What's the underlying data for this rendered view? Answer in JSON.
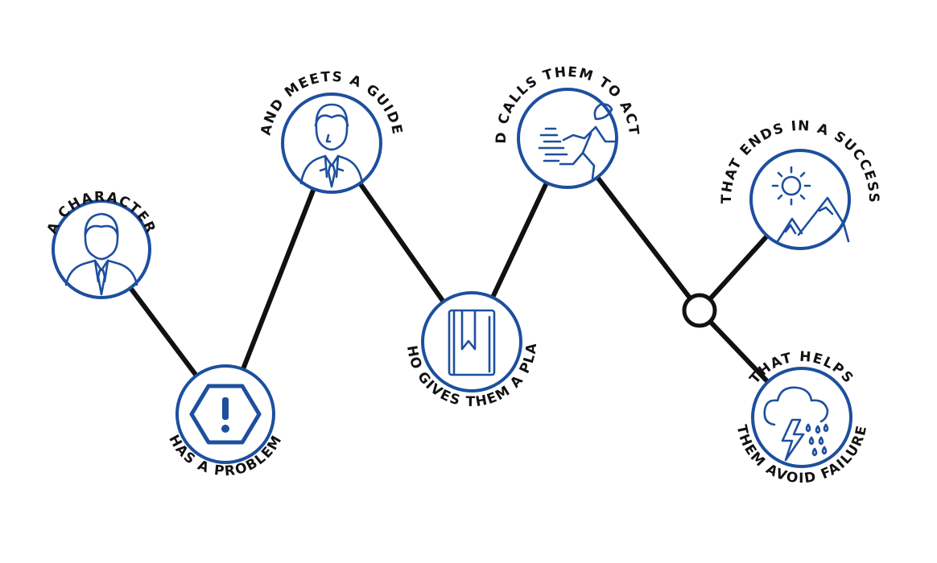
{
  "colors": {
    "accent": "#1d4f9e",
    "line": "#111111",
    "background": "#ffffff"
  },
  "nodes": [
    {
      "id": "character",
      "label": "A CHARACTER",
      "icon": "person-icon"
    },
    {
      "id": "problem",
      "label": "HAS A PROBLEM",
      "icon": "warning-hexagon-icon"
    },
    {
      "id": "guide",
      "label": "AND MEETS A GUIDE",
      "icon": "guide-person-icon"
    },
    {
      "id": "plan",
      "label": "WHO GIVES THEM A PLAN",
      "icon": "book-icon"
    },
    {
      "id": "action",
      "label": "AND CALLS THEM TO ACTION",
      "icon": "running-person-icon"
    },
    {
      "id": "junction",
      "label": "",
      "icon": ""
    },
    {
      "id": "success",
      "label": "THAT ENDS IN A SUCCESS",
      "icon": "sun-mountains-icon"
    },
    {
      "id": "failure",
      "label": "THAT HELPS",
      "label2": "THEM AVOID FAILURE",
      "icon": "storm-cloud-icon"
    }
  ],
  "edges": [
    [
      "character",
      "problem"
    ],
    [
      "problem",
      "guide"
    ],
    [
      "guide",
      "plan"
    ],
    [
      "plan",
      "action"
    ],
    [
      "action",
      "junction"
    ],
    [
      "junction",
      "success"
    ],
    [
      "junction",
      "failure"
    ]
  ]
}
